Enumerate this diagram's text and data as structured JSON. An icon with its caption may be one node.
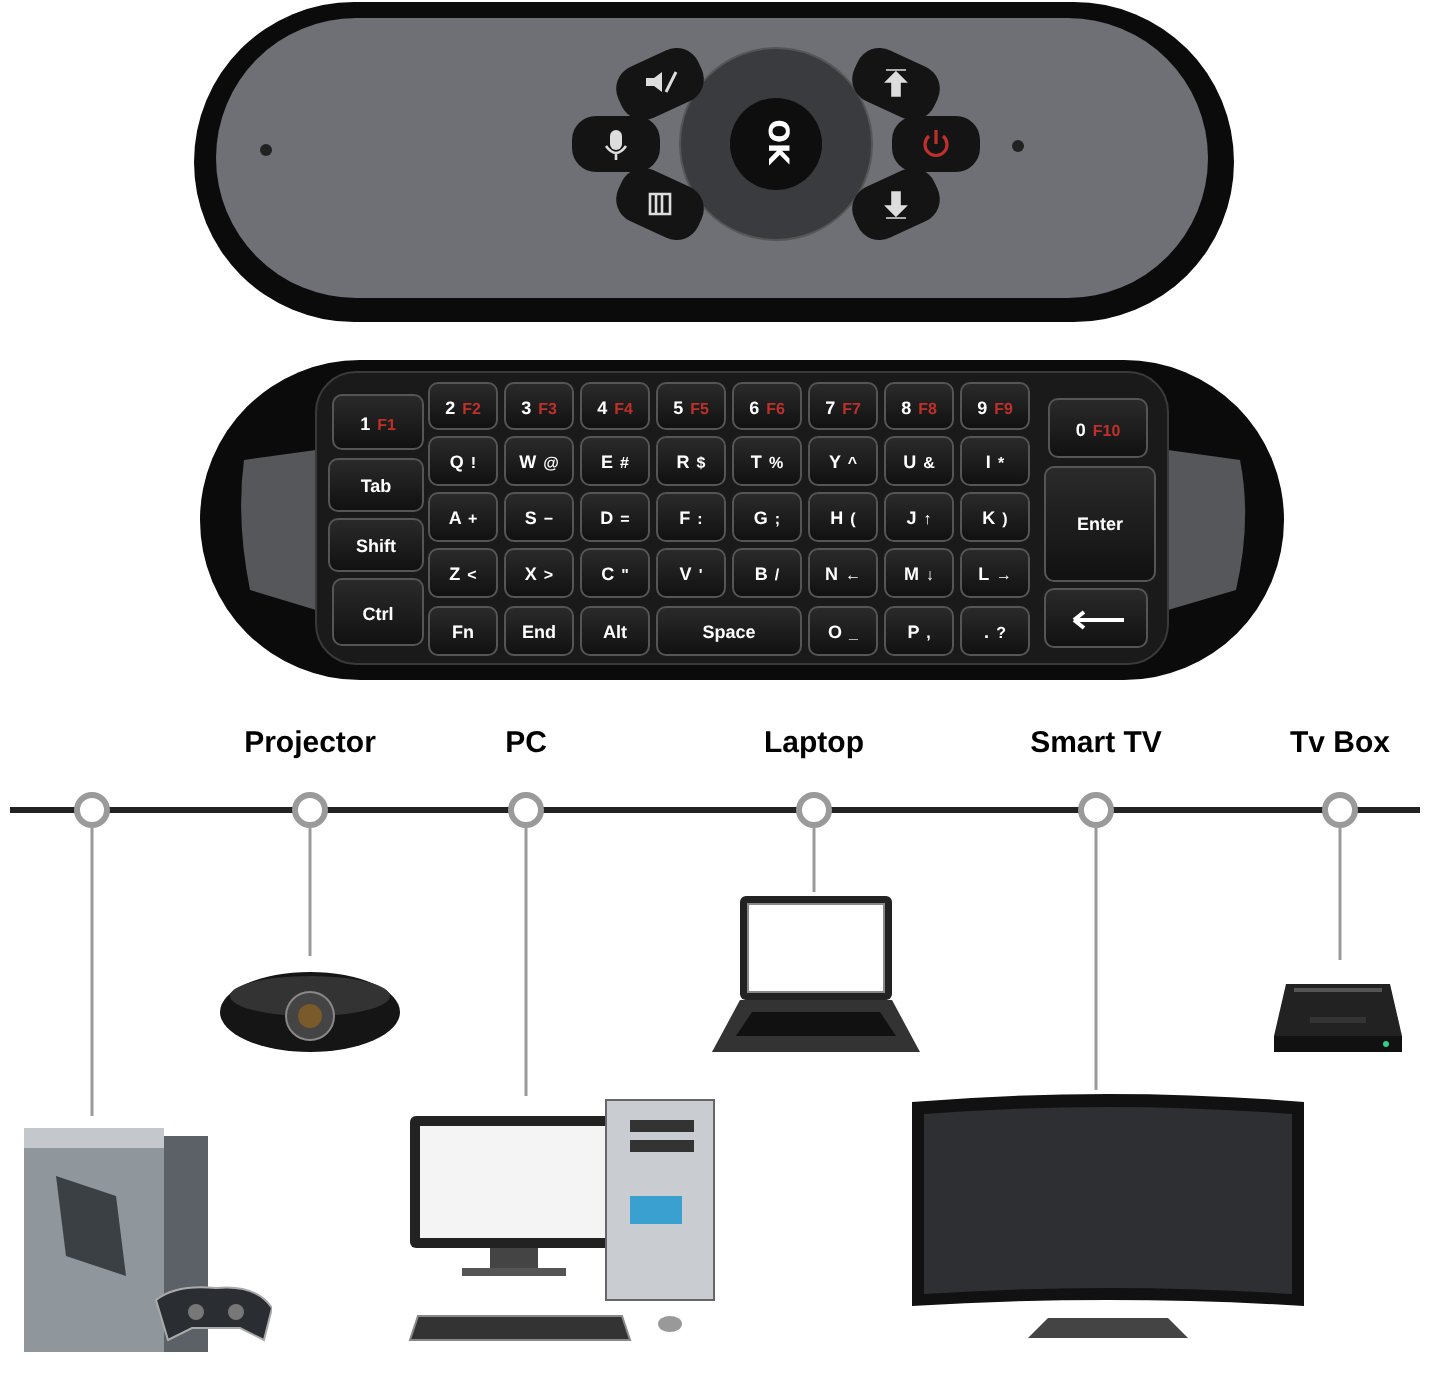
{
  "diagram": {
    "nodes": [
      {
        "text": [],
        "shape": "circle"
      },
      {
        "text": [
          "Projector"
        ]
      },
      {
        "text": [
          "PC"
        ]
      },
      {
        "text": [
          "Laptop"
        ]
      },
      {
        "text": [
          "Smart TV"
        ]
      },
      {
        "text": [
          "Tv Box"
        ]
      },
      {
        "text": [],
        "shape": "picture"
      },
      {
        "text": [],
        "shape": "picture"
      },
      {
        "text": [],
        "shape": "picture"
      },
      {
        "text": [],
        "shape": "picture"
      },
      {
        "text": [],
        "shape": "picture"
      },
      {
        "text": [],
        "shape": "picture"
      }
    ],
    "edges": [
      {
        "from": 0,
        "to": 6,
        "arrow": "none"
      },
      {
        "from": 1,
        "to": 7,
        "arrow": "none"
      },
      {
        "from": 2,
        "to": 8,
        "arrow": "none"
      },
      {
        "from": 3,
        "to": 9,
        "arrow": "none"
      },
      {
        "from": 4,
        "to": 10,
        "arrow": "none"
      },
      {
        "from": 5,
        "to": 11,
        "arrow": "none"
      }
    ],
    "labels": [
      "OK",
      "1 F1",
      "2 F2",
      "3 F3",
      "4 F4",
      "5 F5",
      "6 F6",
      "7 F7",
      "8 F8",
      "9 F9",
      "0 F10",
      "Tab",
      "Q !",
      "W @",
      "E #",
      "R $",
      "T %",
      "Y ^",
      "U &",
      "I *",
      "Shift",
      "A +",
      "S −",
      "D =",
      "F :",
      "G ;",
      "H (",
      "J ↑",
      "K )",
      "Enter",
      "Ctrl",
      "Z <",
      "X >",
      "C \"",
      "V '",
      "B /",
      "N ←",
      "M ↓",
      "L →",
      "Fn",
      "End",
      "Alt",
      "Space",
      "O _",
      "P ,",
      ". ?"
    ]
  }
}
